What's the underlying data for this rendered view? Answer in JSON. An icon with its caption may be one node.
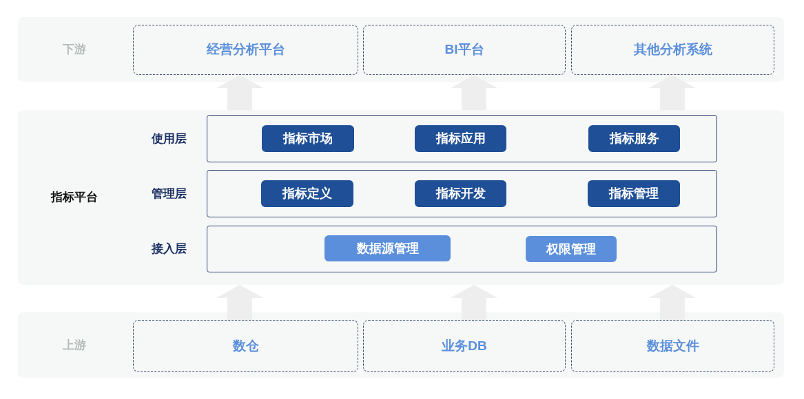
{
  "diagram": {
    "nodes": [
      {
        "text": [
          "下游"
        ]
      },
      {
        "text": [
          "经营分析平台"
        ],
        "in": 0
      },
      {
        "text": [
          "BI平台"
        ],
        "in": 0
      },
      {
        "text": [
          "其他分析系统"
        ],
        "in": 0
      },
      {
        "text": [
          "指标平台"
        ]
      },
      {
        "text": [
          "使用层"
        ],
        "in": 4
      },
      {
        "text": [
          "指标市场"
        ],
        "in": 5
      },
      {
        "text": [
          "指标应用"
        ],
        "in": 5
      },
      {
        "text": [
          "指标服务"
        ],
        "in": 5
      },
      {
        "text": [
          "管理层"
        ],
        "in": 4
      },
      {
        "text": [
          "指标定义"
        ],
        "in": 9
      },
      {
        "text": [
          "指标开发"
        ],
        "in": 9
      },
      {
        "text": [
          "指标管理"
        ],
        "in": 9
      },
      {
        "text": [
          "接入层"
        ],
        "in": 4
      },
      {
        "text": [
          "数据源管理"
        ],
        "in": 13
      },
      {
        "text": [
          "权限管理"
        ],
        "in": 13
      },
      {
        "text": [
          "上游"
        ]
      },
      {
        "text": [
          "数仓"
        ],
        "in": 16
      },
      {
        "text": [
          "业务DB"
        ],
        "in": 16
      },
      {
        "text": [
          "数据文件"
        ],
        "in": 16
      }
    ],
    "edges": [
      {
        "from": 4,
        "to": 1,
        "arrow": "to"
      },
      {
        "from": 4,
        "to": 2,
        "arrow": "to"
      },
      {
        "from": 4,
        "to": 3,
        "arrow": "to"
      },
      {
        "from": 17,
        "to": 4,
        "arrow": "to"
      },
      {
        "from": 18,
        "to": 4,
        "arrow": "to"
      },
      {
        "from": 19,
        "to": 4,
        "arrow": "to"
      }
    ]
  }
}
